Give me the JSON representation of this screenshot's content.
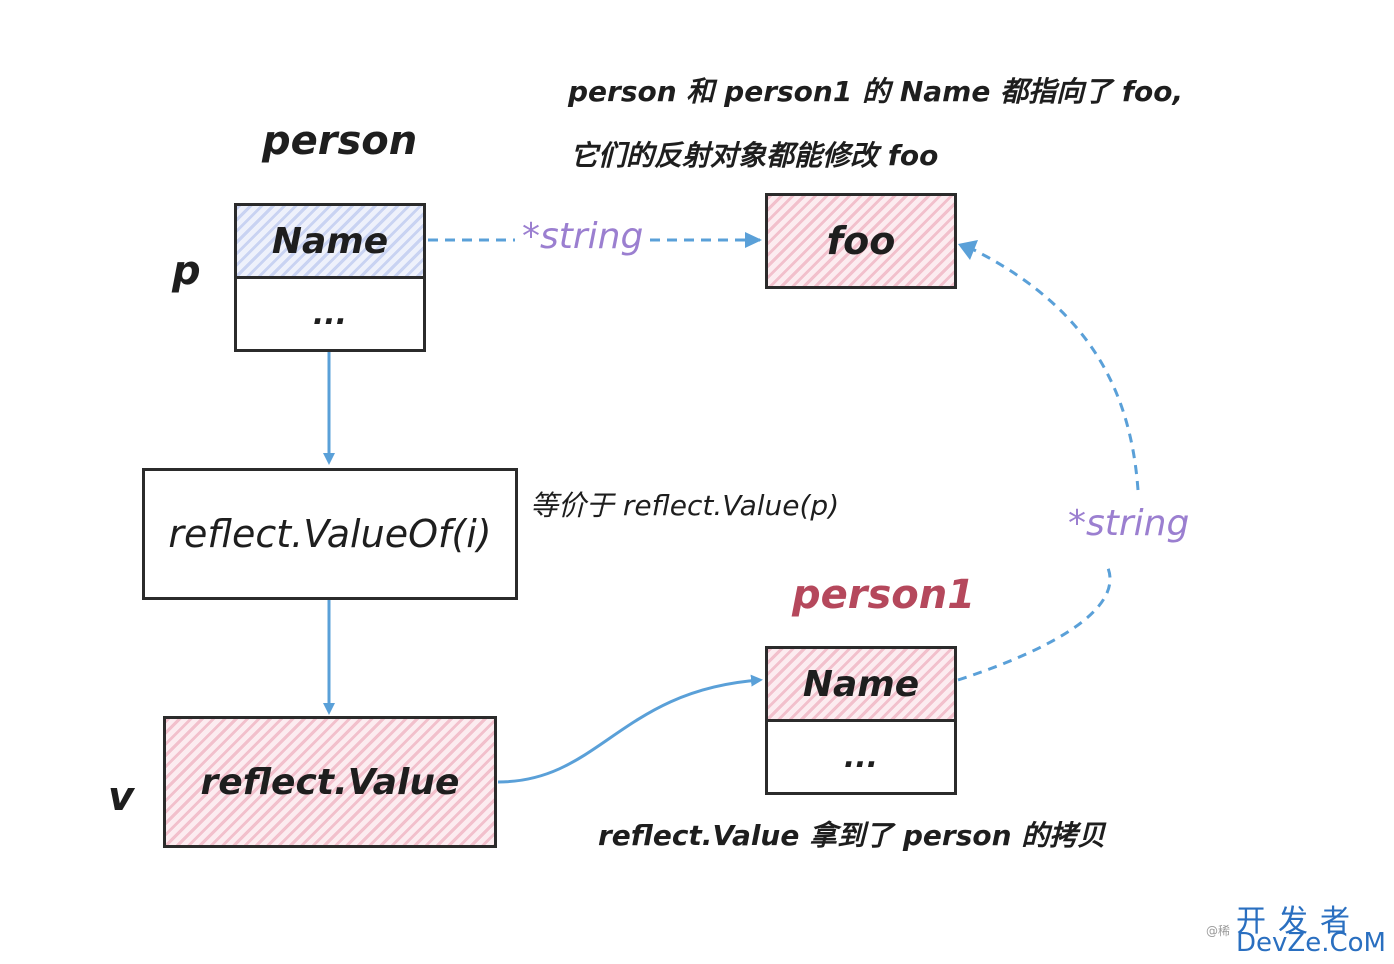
{
  "labels": {
    "person_title": "person",
    "p_var": "p",
    "person1_title": "person1",
    "v_var": "v"
  },
  "boxes": {
    "person_name": "Name",
    "person_rest": "...",
    "foo": "foo",
    "valueof": "reflect.ValueOf(i)",
    "reflect_value": "reflect.Value",
    "person1_name": "Name",
    "person1_rest": "..."
  },
  "notes": {
    "top_line1": "person 和 person1 的 Name 都指向了 foo,",
    "top_line2": "它们的反射对象都能修改 foo",
    "equivalent": "等价于 reflect.Value(p)",
    "copy": "reflect.Value 拿到了 person 的拷贝"
  },
  "pointer_labels": {
    "top": "*string",
    "right": "*string"
  },
  "watermark": {
    "at": "@稀",
    "cn": "开发者",
    "en": "DevZe.CoM"
  },
  "colors": {
    "ink": "#1e1e1e",
    "arrow": "#5aa0d8",
    "pointer_text": "#9b7fd0",
    "person1_title": "#b5485c",
    "hatch_blue": "#c9d3f2",
    "hatch_pink": "#f2c0cc"
  }
}
